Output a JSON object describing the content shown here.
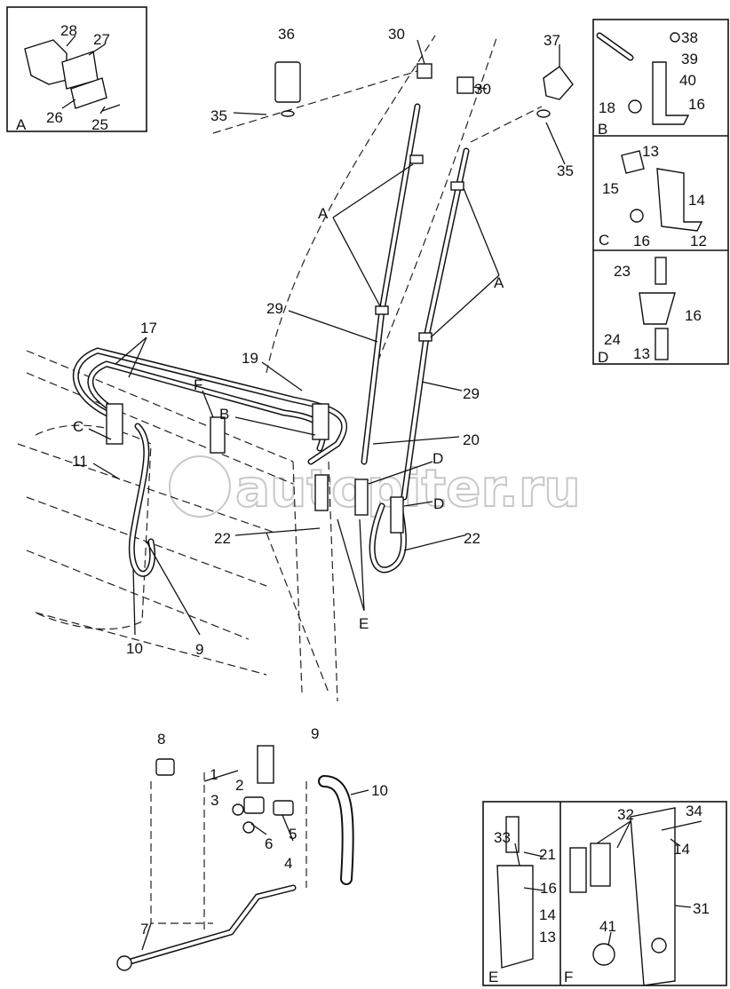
{
  "watermark": "autopiter.ru",
  "callouts": [
    "28",
    "27",
    "26",
    "25",
    "A",
    "36",
    "30",
    "30",
    "37",
    "35",
    "35",
    "38",
    "39",
    "40",
    "18",
    "16",
    "B",
    "13",
    "15",
    "14",
    "C",
    "16",
    "12",
    "23",
    "16",
    "24",
    "13",
    "D",
    "A",
    "A",
    "29",
    "29",
    "17",
    "19",
    "F",
    "B",
    "C",
    "20",
    "D",
    "D",
    "11",
    "22",
    "22",
    "E",
    "10",
    "9",
    "8",
    "9",
    "1",
    "2",
    "3",
    "10",
    "6",
    "5",
    "4",
    "7",
    "33",
    "32",
    "34",
    "21",
    "16",
    "14",
    "14",
    "13",
    "31",
    "41",
    "E",
    "F"
  ]
}
